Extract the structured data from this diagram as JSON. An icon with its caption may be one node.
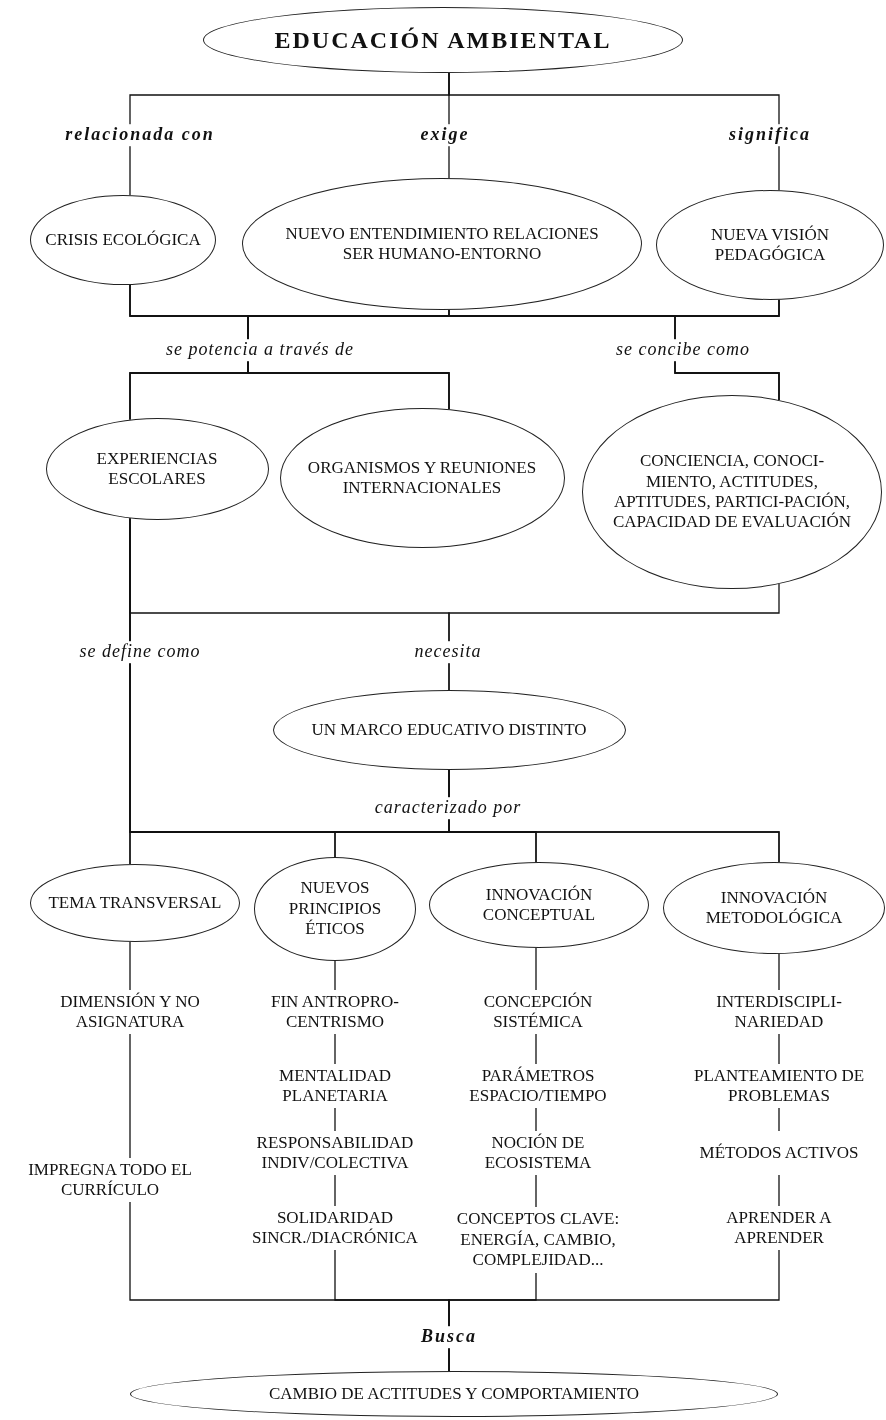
{
  "diagram": {
    "nodes": [
      {
        "text": [
          "EDUCACIÓN AMBIENTAL"
        ]
      },
      {
        "text": [
          "CRISIS ECOLÓGICA"
        ]
      },
      {
        "text": [
          "NUEVO ENTENDIMIENTO RELACIONES SER HUMANO-ENTORNO"
        ]
      },
      {
        "text": [
          "NUEVA VISIÓN PEDAGÓGICA"
        ]
      },
      {
        "text": [
          "EXPERIENCIAS ESCOLARES"
        ]
      },
      {
        "text": [
          "ORGANISMOS Y REUNIONES INTERNACIONALES"
        ]
      },
      {
        "text": [
          "CONCIENCIA, CONOCI-MIENTO, ACTITUDES, APTITUDES, PARTICI-PACIÓN, CAPACIDAD DE EVALUACIÓN"
        ]
      },
      {
        "text": [
          "UN MARCO EDUCATIVO DISTINTO"
        ]
      },
      {
        "text": [
          "TEMA TRANSVERSAL"
        ]
      },
      {
        "text": [
          "NUEVOS PRINCIPIOS ÉTICOS"
        ]
      },
      {
        "text": [
          "INNOVACIÓN CONCEPTUAL"
        ]
      },
      {
        "text": [
          "INNOVACIÓN METODOLÓGICA"
        ]
      },
      {
        "text": [
          "DIMENSIÓN Y NO ASIGNATURA"
        ]
      },
      {
        "text": [
          "IMPREGNA TODO EL CURRÍCULO"
        ]
      },
      {
        "text": [
          "FIN ANTROPRO-CENTRISMO"
        ]
      },
      {
        "text": [
          "MENTALIDAD PLANETARIA"
        ]
      },
      {
        "text": [
          "RESPONSABILIDAD INDIV/COLECTIVA"
        ]
      },
      {
        "text": [
          "SOLIDARIDAD SINCR./DIACRÓNICA"
        ]
      },
      {
        "text": [
          "CONCEPCIÓN SISTÉMICA"
        ]
      },
      {
        "text": [
          "PARÁMETROS ESPACIO/TIEMPO"
        ]
      },
      {
        "text": [
          "NOCIÓN DE ECOSISTEMA"
        ]
      },
      {
        "text": [
          "CONCEPTOS CLAVE: ENERGÍA, CAMBIO, COMPLEJIDAD..."
        ]
      },
      {
        "text": [
          "INTERDISCIPLI-NARIEDAD"
        ]
      },
      {
        "text": [
          "PLANTEAMIENTO DE PROBLEMAS"
        ]
      },
      {
        "text": [
          "MÉTODOS ACTIVOS"
        ]
      },
      {
        "text": [
          "APRENDER A APRENDER"
        ]
      },
      {
        "text": [
          "CAMBIO DE ACTITUDES Y COMPORTAMIENTO"
        ]
      }
    ],
    "edges": [
      {
        "from": 0,
        "to": 1,
        "arrow": "none",
        "label": "relacionada con"
      },
      {
        "from": 0,
        "to": 2,
        "arrow": "none",
        "label": "exige"
      },
      {
        "from": 0,
        "to": 3,
        "arrow": "none",
        "label": "significa"
      },
      {
        "from": 1,
        "to": 4,
        "arrow": "none",
        "label": "se potencia a través de"
      },
      {
        "from": 1,
        "to": 5,
        "arrow": "none"
      },
      {
        "from": 2,
        "to": 4,
        "arrow": "none"
      },
      {
        "from": 2,
        "to": 5,
        "arrow": "none"
      },
      {
        "from": 3,
        "to": 4,
        "arrow": "none"
      },
      {
        "from": 3,
        "to": 5,
        "arrow": "none"
      },
      {
        "from": 1,
        "to": 6,
        "arrow": "none"
      },
      {
        "from": 2,
        "to": 6,
        "arrow": "none"
      },
      {
        "from": 3,
        "to": 6,
        "arrow": "none",
        "label": "se concibe como"
      },
      {
        "from": 4,
        "to": 7,
        "arrow": "none",
        "label": "necesita"
      },
      {
        "from": 6,
        "to": 7,
        "arrow": "none"
      },
      {
        "from": 4,
        "to": 8,
        "arrow": "none",
        "label": "se define como"
      },
      {
        "from": 4,
        "to": 9,
        "arrow": "none"
      },
      {
        "from": 4,
        "to": 10,
        "arrow": "none"
      },
      {
        "from": 4,
        "to": 11,
        "arrow": "none"
      },
      {
        "from": 7,
        "to": 8,
        "arrow": "none",
        "label": "caracterizado por"
      },
      {
        "from": 7,
        "to": 9,
        "arrow": "none"
      },
      {
        "from": 7,
        "to": 10,
        "arrow": "none"
      },
      {
        "from": 7,
        "to": 11,
        "arrow": "none"
      },
      {
        "from": 8,
        "to": 12,
        "arrow": "none"
      },
      {
        "from": 12,
        "to": 13,
        "arrow": "none"
      },
      {
        "from": 9,
        "to": 14,
        "arrow": "none"
      },
      {
        "from": 14,
        "to": 15,
        "arrow": "none"
      },
      {
        "from": 15,
        "to": 16,
        "arrow": "none"
      },
      {
        "from": 16,
        "to": 17,
        "arrow": "none"
      },
      {
        "from": 10,
        "to": 18,
        "arrow": "none"
      },
      {
        "from": 18,
        "to": 19,
        "arrow": "none"
      },
      {
        "from": 19,
        "to": 20,
        "arrow": "none"
      },
      {
        "from": 20,
        "to": 21,
        "arrow": "none"
      },
      {
        "from": 11,
        "to": 22,
        "arrow": "none"
      },
      {
        "from": 22,
        "to": 23,
        "arrow": "none"
      },
      {
        "from": 23,
        "to": 24,
        "arrow": "none"
      },
      {
        "from": 24,
        "to": 25,
        "arrow": "none"
      },
      {
        "from": 13,
        "to": 26,
        "arrow": "none",
        "label": "Busca"
      },
      {
        "from": 17,
        "to": 26,
        "arrow": "none"
      },
      {
        "from": 21,
        "to": 26,
        "arrow": "none"
      },
      {
        "from": 25,
        "to": 26,
        "arrow": "none"
      }
    ]
  }
}
